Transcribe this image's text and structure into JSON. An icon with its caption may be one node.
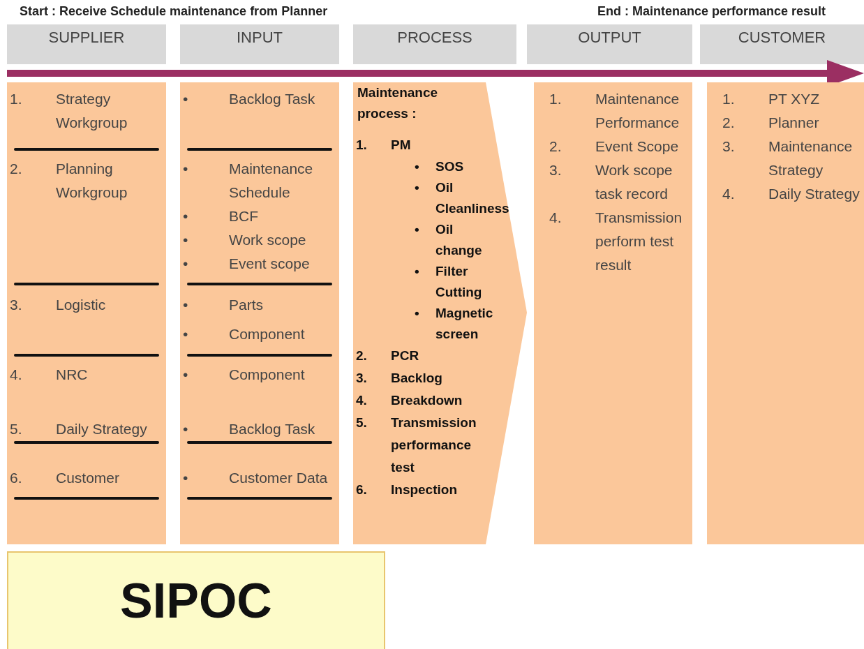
{
  "diagram": {
    "nodes": [
      {
        "text": [
          "SUPPLIER"
        ]
      },
      {
        "text": [
          "INPUT"
        ]
      },
      {
        "text": [
          "PROCESS"
        ]
      },
      {
        "text": [
          "OUTPUT"
        ]
      },
      {
        "text": [
          "CUSTOMER"
        ]
      },
      {
        "text": [
          "1. Strategy Workgroup",
          "2. Planning Workgroup",
          "3. Logistic",
          "4. NRC",
          "5. Daily Strategy",
          "6. Customer"
        ]
      },
      {
        "text": [
          "• Backlog Task",
          "• Maintenance Schedule",
          "• BCF",
          "• Work scope",
          "• Event scope",
          "• Parts",
          "• Component",
          "• Component",
          "• Backlog Task",
          "• Customer Data"
        ]
      },
      {
        "text": [
          "Maintenance process :",
          "1. PM",
          "• SOS",
          "• Oil Cleanliness",
          "• Oil change",
          "• Filter Cutting",
          "• Magnetic screen",
          "2. PCR",
          "3. Backlog",
          "4. Breakdown",
          "5. Transmission performance test",
          "6. Inspection"
        ]
      },
      {
        "text": [
          "1. Maintenance Performance",
          "2. Event Scope",
          "3. Work scope task record",
          "4. Transmission perform test result"
        ]
      },
      {
        "text": [
          "1. PT XYZ",
          "2. Planner",
          "3. Maintenance Strategy",
          "4. Daily Strategy"
        ]
      },
      {
        "text": [
          "SIPOC"
        ]
      }
    ],
    "labels": [
      "Start : Receive Schedule maintenance from Planner",
      "End : Maintenance performance result"
    ]
  }
}
